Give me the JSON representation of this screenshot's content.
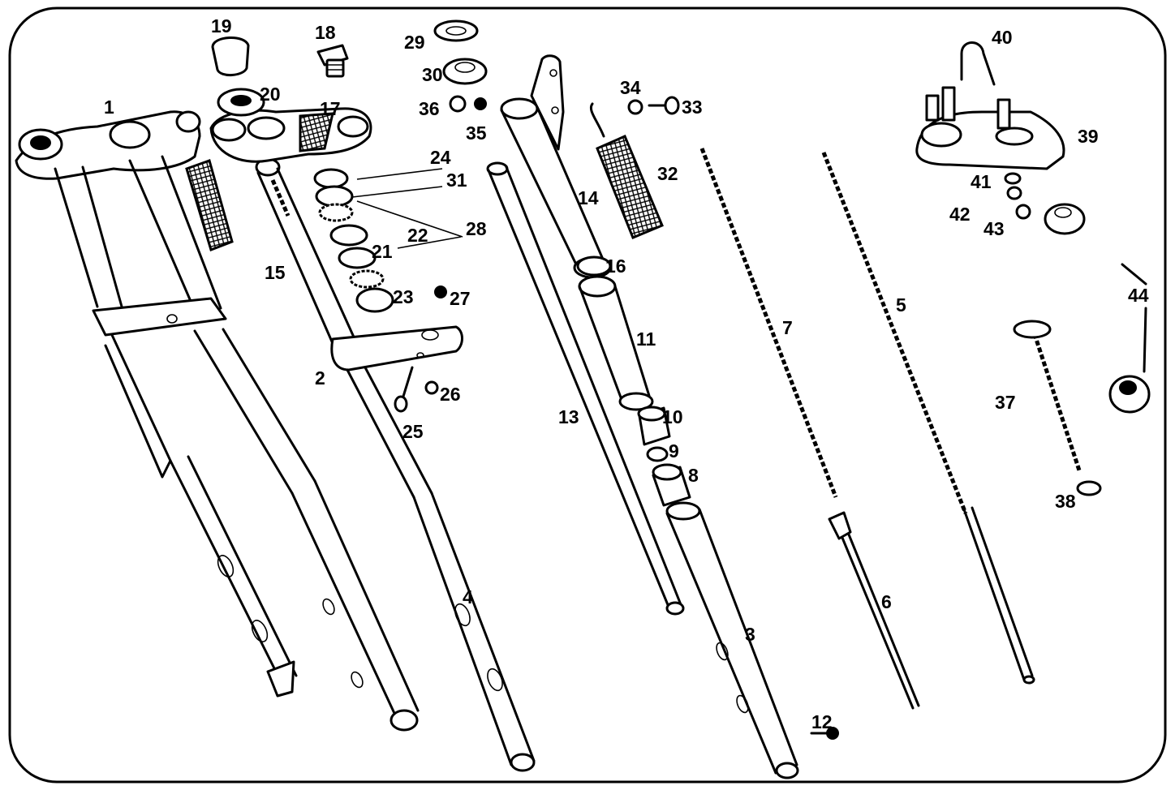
{
  "diagram": {
    "callouts": [
      "1",
      "2",
      "3",
      "4",
      "5",
      "6",
      "7",
      "8",
      "9",
      "10",
      "11",
      "12",
      "13",
      "14",
      "15",
      "16",
      "17",
      "18",
      "19",
      "20",
      "21",
      "22",
      "23",
      "24",
      "25",
      "26",
      "27",
      "28",
      "29",
      "30",
      "31",
      "32",
      "33",
      "34",
      "35",
      "36",
      "37",
      "38",
      "39",
      "40",
      "41",
      "42",
      "43",
      "44"
    ]
  }
}
